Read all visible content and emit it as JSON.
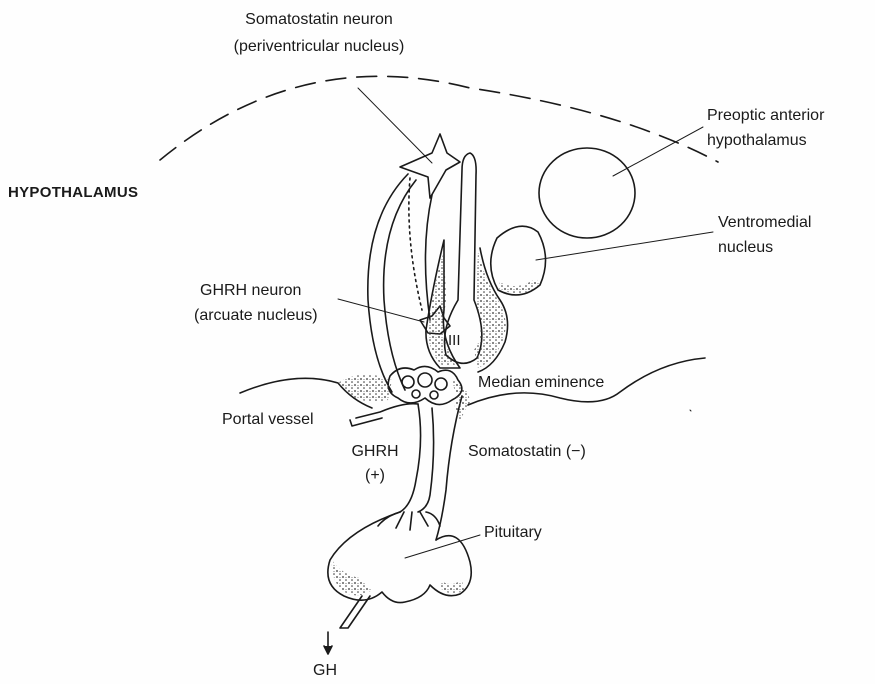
{
  "labels": {
    "somatostatin_neuron": "Somatostatin neuron",
    "periventricular_nucleus": "(periventricular nucleus)",
    "preoptic_line1": "Preoptic anterior",
    "preoptic_line2": "hypothalamus",
    "hypothalamus": "HYPOTHALAMUS",
    "ventromedial_line1": "Ventromedial",
    "ventromedial_line2": "nucleus",
    "ghrh_neuron": "GHRH neuron",
    "arcuate_nucleus": "(arcuate nucleus)",
    "third_ventricle": "III",
    "median_eminence": "Median eminence",
    "portal_vessel": "Portal vessel",
    "ghrh": "GHRH",
    "ghrh_sign": "(+)",
    "somatostatin_effect": "Somatostatin (−)",
    "pituitary": "Pituitary",
    "gh": "GH"
  }
}
